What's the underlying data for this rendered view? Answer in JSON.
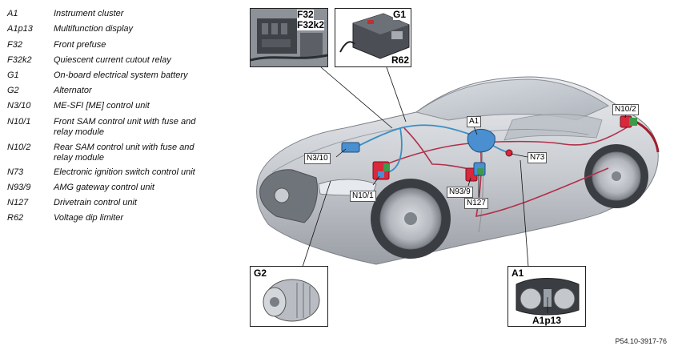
{
  "legend": [
    {
      "code": "A1",
      "desc": "Instrument cluster"
    },
    {
      "code": "A1p13",
      "desc": "Multifunction display"
    },
    {
      "code": "F32",
      "desc": "Front prefuse"
    },
    {
      "code": "F32k2",
      "desc": "Quiescent current cutout relay"
    },
    {
      "code": "G1",
      "desc": "On-board electrical system battery"
    },
    {
      "code": "G2",
      "desc": "Alternator"
    },
    {
      "code": "N3/10",
      "desc": "ME-SFI [ME] control unit"
    },
    {
      "code": "N10/1",
      "desc": "Front SAM control unit with fuse and relay module"
    },
    {
      "code": "N10/2",
      "desc": "Rear SAM control unit with fuse and relay module"
    },
    {
      "code": "N73",
      "desc": "Electronic ignition switch control unit"
    },
    {
      "code": "N93/9",
      "desc": "AMG gateway control unit"
    },
    {
      "code": "N127",
      "desc": "Drivetrain control unit"
    },
    {
      "code": "R62",
      "desc": "Voltage dip limiter"
    }
  ],
  "insets": {
    "fuse_box": {
      "label1": "F32",
      "label2": "F32k2"
    },
    "battery": {
      "label1": "G1",
      "label2": "R62"
    },
    "alternator": {
      "label": "G2"
    },
    "cluster": {
      "label1": "A1",
      "label2": "A1p13"
    }
  },
  "callouts": {
    "n3_10": "N3/10",
    "n10_1": "N10/1",
    "n10_2": "N10/2",
    "a1": "A1",
    "n73": "N73",
    "n93_9": "N93/9",
    "n127": "N127"
  },
  "reference": "P54.10-3917-76",
  "colors": {
    "wiring_blue": "#3b8fc4",
    "wiring_red": "#b0304a",
    "component_red": "#d8283c",
    "component_green": "#3c9a4a",
    "component_blue": "#4a8fd0"
  }
}
